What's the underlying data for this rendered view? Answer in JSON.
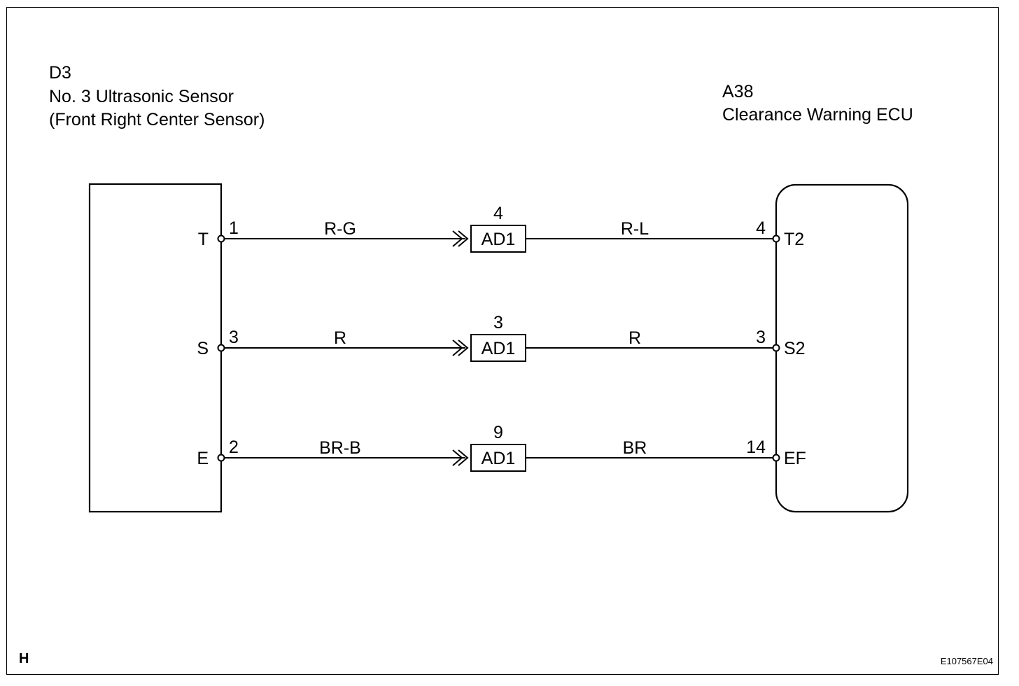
{
  "sensor": {
    "code": "D3",
    "name": "No. 3 Ultrasonic Sensor",
    "subname": "(Front Right Center Sensor)"
  },
  "ecu": {
    "code": "A38",
    "name": "Clearance Warning ECU"
  },
  "junction_label": "AD1",
  "circuits": [
    {
      "sensor_terminal": "T",
      "sensor_pin": "1",
      "wire_left": "R-G",
      "junction_pin": "4",
      "wire_right": "R-L",
      "ecu_pin": "4",
      "ecu_terminal": "T2"
    },
    {
      "sensor_terminal": "S",
      "sensor_pin": "3",
      "wire_left": "R",
      "junction_pin": "3",
      "wire_right": "R",
      "ecu_pin": "3",
      "ecu_terminal": "S2"
    },
    {
      "sensor_terminal": "E",
      "sensor_pin": "2",
      "wire_left": "BR-B",
      "junction_pin": "9",
      "wire_right": "BR",
      "ecu_pin": "14",
      "ecu_terminal": "EF"
    }
  ],
  "footer": {
    "section_letter": "H",
    "figure_id": "E107567E04"
  }
}
